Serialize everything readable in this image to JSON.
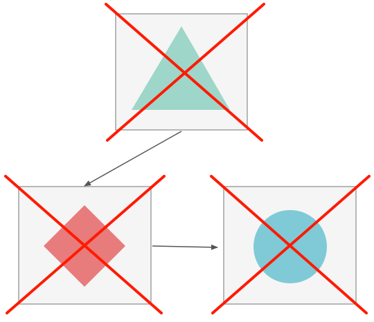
{
  "diagram": {
    "nodes": [
      {
        "id": "triangle-node",
        "shape": "triangle",
        "fill": "#9ed6c9",
        "crossed_out": true
      },
      {
        "id": "diamond-node",
        "shape": "diamond",
        "fill": "#e87b7b",
        "crossed_out": true
      },
      {
        "id": "circle-node",
        "shape": "circle",
        "fill": "#7fcad6",
        "crossed_out": true
      }
    ],
    "edges": [
      {
        "from": "triangle-node",
        "to": "diamond-node"
      },
      {
        "from": "diamond-node",
        "to": "circle-node"
      }
    ],
    "colors": {
      "box_fill": "#f5f5f5",
      "box_stroke": "#a0a0a0",
      "cross": "#ff1a00",
      "arrow": "#555555"
    }
  }
}
